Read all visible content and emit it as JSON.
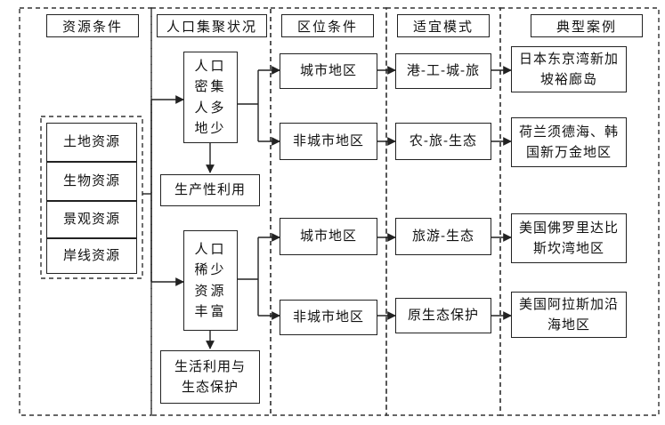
{
  "columns": [
    "资源条件",
    "人口集聚状况",
    "区位条件",
    "适宜模式",
    "典型案例"
  ],
  "resources": [
    "土地资源",
    "生物资源",
    "景观资源",
    "岸线资源"
  ],
  "population": {
    "dense": "人口\n密集\n人多\n地少",
    "sparse": "人口\n稀少\n资源\n丰富",
    "dense_use": "生产性利用",
    "sparse_use": "生活利用与\n生态保护"
  },
  "location": [
    "城市地区",
    "非城市地区",
    "城市地区",
    "非城市地区"
  ],
  "modes": [
    "港-工-城-旅",
    "农-旅-生态",
    "旅游-生态",
    "原生态保护"
  ],
  "cases": [
    "日本东京湾新加坡裕廊岛",
    "荷兰须德海、韩国新万金地区",
    "美国佛罗里达比斯坎湾地区",
    "美国阿拉斯加沿海地区"
  ]
}
